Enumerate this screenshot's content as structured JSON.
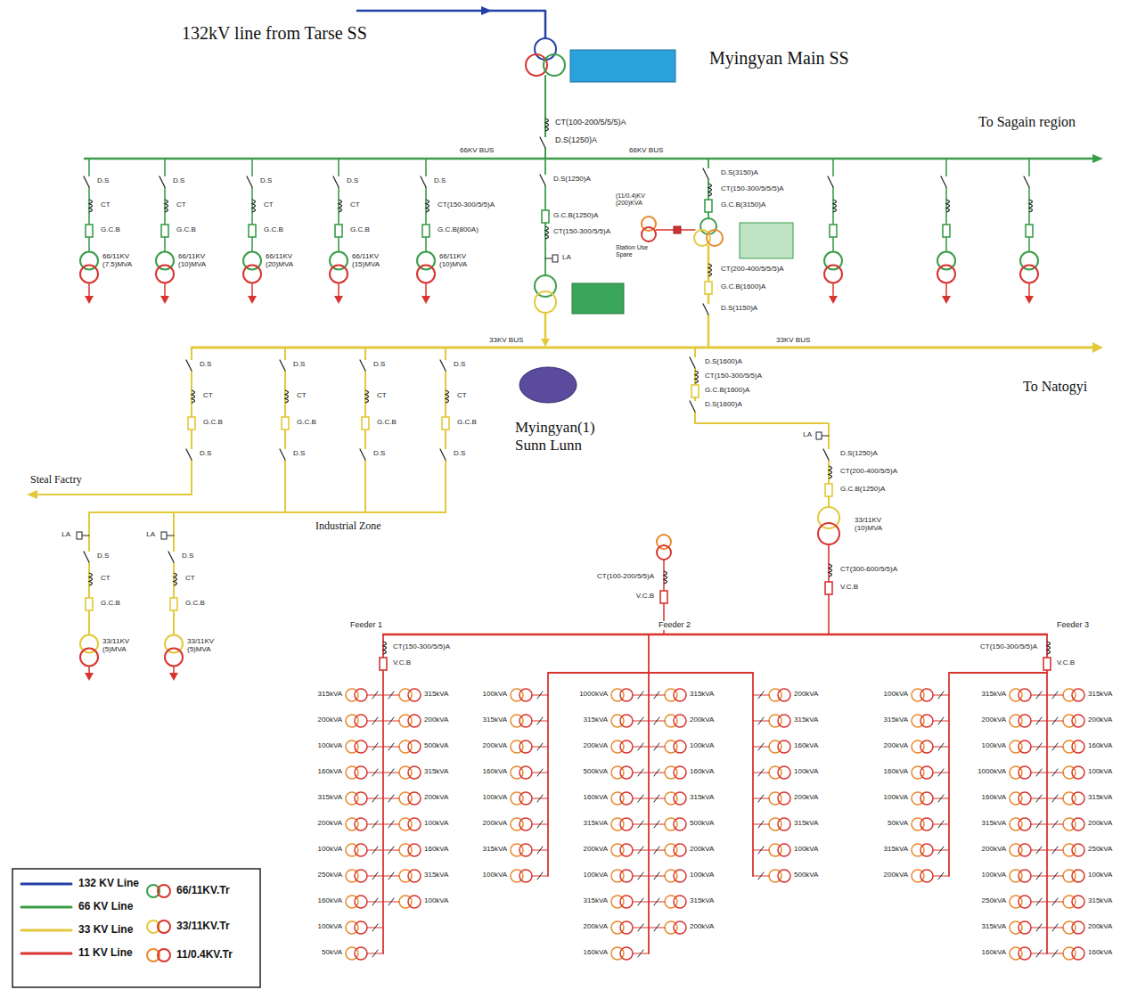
{
  "diagram": {
    "nodes": [
      {
        "text": [
          "132kV line from Tarse SS"
        ]
      },
      {
        "text": [
          "Myingyan Main SS"
        ]
      },
      {
        "text": [
          "To Sagain region"
        ]
      },
      {
        "text": [
          "To Natogyi"
        ]
      },
      {
        "text": [
          "Myingyan(1) Sunn Lunn"
        ]
      },
      {
        "text": [
          "Steal Factry"
        ]
      },
      {
        "text": [
          "Industrial Zone"
        ]
      }
    ],
    "labels": [
      "CT(100-200/5/5/5)A",
      "D.S(1250)A",
      "66KV BUS",
      "66KV BUS",
      "D.S",
      "CT",
      "G.C.B",
      "66/11KV (7.5)MVA",
      "D.S",
      "CT",
      "G.C.B",
      "66/11KV (10)MVA",
      "D.S",
      "CT",
      "G.C.B",
      "66/11KV (20)MVA",
      "D.S",
      "CT",
      "G.C.B",
      "66/11KV (15)MVA",
      "D.S",
      "CT(150-300/5/5)A",
      "G.C.B(800A)",
      "66/11KV (10)MVA",
      "D.S(1250)A",
      "G.C.B(1250)A",
      "CT(150-300/5/5)A",
      "LA",
      "D.S(3150)A",
      "CT(150-300/5/5/5)A",
      "G.C.B(3150)A",
      "(11/0.4)KV (200)KVA",
      "Station Use Spare",
      "CT(200-400/5/5/5)A",
      "G.C.B(1600)A",
      "D.S(1150)A",
      "33KV BUS",
      "33KV BUS",
      "D.S",
      "CT",
      "G.C.B",
      "D.S",
      "D.S",
      "CT",
      "G.C.B",
      "D.S",
      "D.S",
      "CT",
      "G.C.B",
      "D.S",
      "D.S",
      "CT",
      "G.C.B",
      "D.S",
      "D.S(1600)A",
      "CT(150-300/5/5)A",
      "G.C.B(1600)A",
      "D.S(1600)A",
      "LA",
      "D.S(1250)A",
      "CT(200-400/5/5)A",
      "G.C.B(1250)A",
      "33/11KV (10)MVA",
      "CT(300-600/5/5)A",
      "V.C.B",
      "CT(100-200/5/5)A",
      "V.C.B",
      "Feeder 1",
      "Feeder 2",
      "Feeder 3",
      "CT(150-300/5/5)A",
      "V.C.B",
      "CT(150-300/5/5)A",
      "V.C.B",
      "LA",
      "D.S",
      "CT",
      "G.C.B",
      "33/11KV (5)MVA",
      "LA",
      "D.S",
      "CT",
      "G.C.B",
      "33/11KV (5)MVA",
      "315kVA",
      "200kVA",
      "100kVA",
      "160kVA",
      "315kVA",
      "200kVA",
      "100kVA",
      "250kVA",
      "160kVA",
      "100kVA",
      "50kVA",
      "315kVA",
      "200kVA",
      "500kVA",
      "315kVA",
      "200kVA",
      "100kVA",
      "160kVA",
      "315kVA",
      "100kVA",
      "100kVA",
      "315kVA",
      "200kVA",
      "160kVA",
      "100kVA",
      "200kVA",
      "315kVA",
      "100kVA",
      "1000kVA",
      "315kVA",
      "200kVA",
      "500kVA",
      "160kVA",
      "315kVA",
      "200kVA",
      "100kVA",
      "315kVA",
      "200kVA",
      "160kVA",
      "315kVA",
      "200kVA",
      "100kVA",
      "160kVA",
      "315kVA",
      "500kVA",
      "200kVA",
      "100kVA",
      "315kVA",
      "200kVA",
      "200kVA",
      "315kVA",
      "160kVA",
      "100kVA",
      "200kVA",
      "315kVA",
      "100kVA",
      "500kVA",
      "100kVA",
      "315kVA",
      "200kVA",
      "160kVA",
      "100kVA",
      "50kVA",
      "315kVA",
      "200kVA",
      "315kVA",
      "200kVA",
      "100kVA",
      "1000kVA",
      "160kVA",
      "315kVA",
      "200kVA",
      "100kVA",
      "250kVA",
      "315kVA",
      "160kVA",
      "315kVA",
      "200kVA",
      "160kVA",
      "100kVA",
      "315kVA",
      "200kVA",
      "250kVA",
      "100kVA",
      "315kVA",
      "200kVA",
      "160kVA"
    ],
    "legend": [
      {
        "text": "132 KV Line"
      },
      {
        "text": "66 KV Line"
      },
      {
        "text": "33 KV Line"
      },
      {
        "text": "11 KV Line"
      },
      {
        "text": "66/11KV.Tr"
      },
      {
        "text": "33/11KV.Tr"
      },
      {
        "text": "11/0.4KV.Tr"
      }
    ]
  }
}
